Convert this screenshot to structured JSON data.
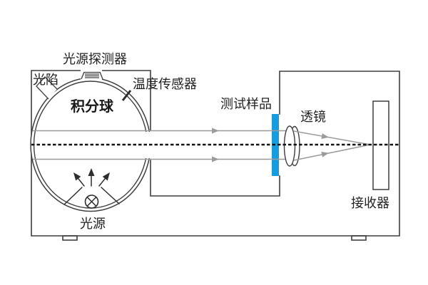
{
  "diagram": {
    "type": "optical-schematic",
    "labels": {
      "light_source_detector": "光源探测器",
      "light_trap": "光陷",
      "temperature_sensor": "温度传感器",
      "integrating_sphere": "积分球",
      "test_sample": "测试样品",
      "lens": "透镜",
      "receiver": "接收器",
      "light_source": "光源"
    },
    "colors": {
      "background": "#ffffff",
      "outline": "#3f3f3f",
      "beam_gray": "#9b9b9b",
      "axis_black": "#141414",
      "sample_blue": "#149ce0",
      "text": "#222222"
    }
  }
}
